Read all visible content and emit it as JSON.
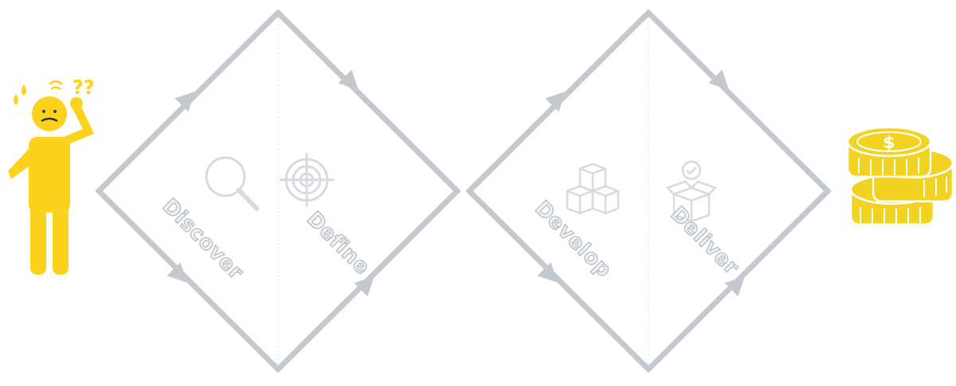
{
  "diagram": {
    "nodes": [
      {
        "text": [
          "Discover",
          "Define"
        ]
      },
      {
        "text": [
          "Develop",
          "Deliver"
        ]
      }
    ],
    "labels": [
      "??",
      "$"
    ]
  }
}
